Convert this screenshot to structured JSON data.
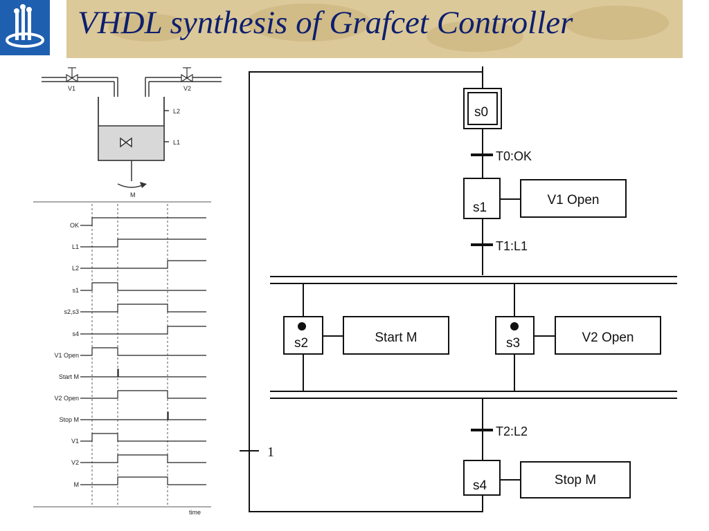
{
  "slide": {
    "title": "VHDL synthesis of Grafcet Controller"
  },
  "tank": {
    "valve1": "V1",
    "valve2": "V2",
    "level2": "L2",
    "level1": "L1",
    "motor": "M"
  },
  "timing": {
    "signals": [
      "OK",
      "L1",
      "L2",
      "s1",
      "s2,s3",
      "s4",
      "V1 Open",
      "Start M",
      "V2 Open",
      "Stop M",
      "V1",
      "V2",
      "M"
    ],
    "time_label": "time"
  },
  "grafcet": {
    "step_s0": "s0",
    "t0": "T0:OK",
    "step_s1": "s1",
    "action_s1": "V1 Open",
    "t1": "T1:L1",
    "step_s2": "s2",
    "action_s2": "Start M",
    "step_s3": "s3",
    "action_s3": "V2 Open",
    "t2": "T2:L2",
    "step_s4": "s4",
    "action_s4": "Stop M",
    "return_transition": "1"
  },
  "colors": {
    "title": "#0d1f6e",
    "banner": "#dcc99a",
    "logo": "#1f5fb0"
  }
}
